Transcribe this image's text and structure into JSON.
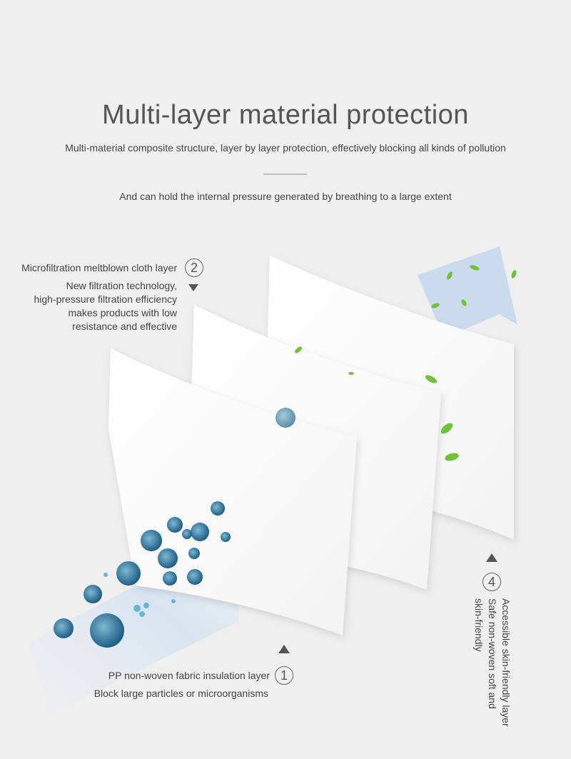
{
  "header": {
    "title": "Multi-layer material protection",
    "subtitle": "Multi-material composite structure, layer by layer protection, effectively blocking all kinds of pollution",
    "tagline": "And can hold the internal pressure generated by breathing to a large extent"
  },
  "layers": {
    "layer2": {
      "number": "2",
      "title": "Microfiltration meltblown cloth layer",
      "desc": [
        "New filtration technology,",
        "high-pressure filtration efficiency",
        "makes products with low",
        "resistance and effective"
      ]
    },
    "layer1": {
      "number": "1",
      "title": "PP non-woven fabric insulation layer",
      "desc": "Block large particles or microorganisms"
    },
    "layer4": {
      "number": "4",
      "lines": [
        "Accessible skin-friendly layer",
        "Safe non-woven soft and",
        "skin-friendly"
      ]
    }
  },
  "colors": {
    "background": "#efefef",
    "arrow": "#c5d8ec",
    "leaf": "#6fc23a",
    "particle": "#2e7eaa",
    "panel": "#ffffff"
  }
}
